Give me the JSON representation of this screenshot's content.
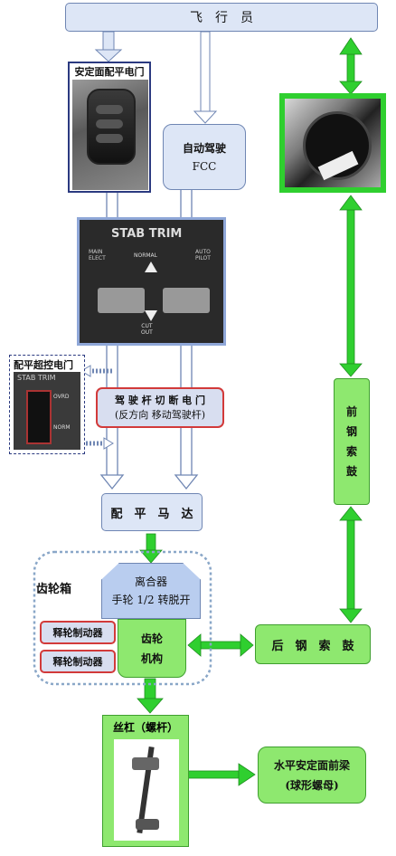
{
  "pilot": "飞　行　员",
  "stab_trim_switch_label": "安定面配平电门",
  "autopilot": {
    "title": "自动驾驶",
    "sub": "FCC"
  },
  "stab_trim_panel": {
    "title": "STAB TRIM",
    "left": "MAIN\nELECT",
    "right": "AUTO\nPILOT",
    "normal": "NORMAL",
    "cutout": "CUT\nOUT"
  },
  "override_label": "配平超控电门",
  "override_panel": {
    "title": "STAB TRIM",
    "ovrd": "OVRD",
    "norm": "NORM"
  },
  "cutout_switch": {
    "line1": "驾 驶 杆 切 断 电 门",
    "line2": "(反方向  移动驾驶杆)"
  },
  "trim_motor": "配　平　马　达",
  "gearbox_label": "齿轮箱",
  "clutch": {
    "line1": "离合器",
    "line2": "手轮 1/2 转脱开"
  },
  "gear": {
    "line1": "齿轮",
    "line2": "机构"
  },
  "brakes": [
    "释轮制动器",
    "释轮制动器"
  ],
  "front_cable_drum": "前\n\n钢\n\n索\n\n鼓",
  "rear_cable_drum": "后　钢　索　鼓",
  "jackscrew": "丝杠（螺杆）",
  "front_spar": {
    "line1": "水平安定面前梁",
    "line2": "(球形螺母)"
  },
  "colors": {
    "green": "#8ee86f",
    "blue_fill": "#dde6f6",
    "red_border": "#d23a3a",
    "arrow_green": "#2fcf2f"
  }
}
